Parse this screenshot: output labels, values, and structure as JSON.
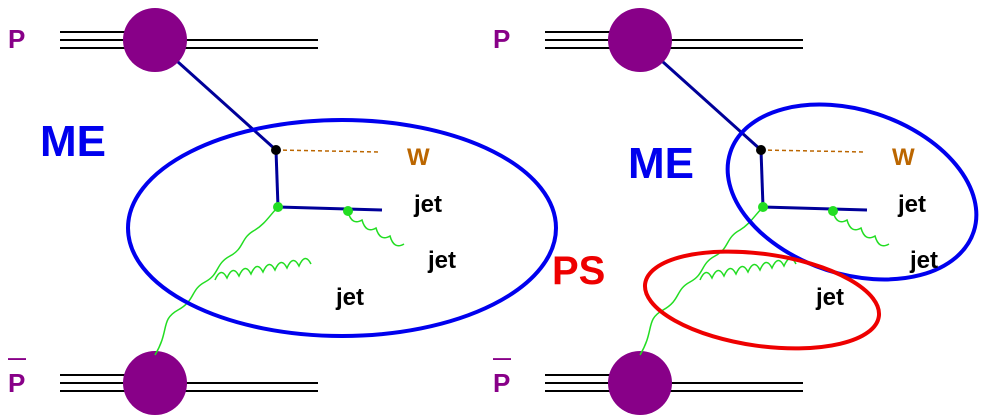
{
  "colors": {
    "proton": "#880088",
    "me": "#0000ee",
    "ps": "#ee0000",
    "quark_line": "#000099",
    "gluon": "#22dd22",
    "w_boson": "#bb6600",
    "text": "#000000"
  },
  "panels": [
    {
      "id": "left",
      "proton_top_label": "P",
      "proton_bottom_label": "P",
      "antiproton_bar": "—",
      "me_label": "ME",
      "ps_label": "",
      "w_label": "W",
      "jet_labels": [
        "jet",
        "jet",
        "jet"
      ]
    },
    {
      "id": "right",
      "proton_top_label": "P",
      "proton_bottom_label": "P",
      "antiproton_bar": "—",
      "me_label": "ME",
      "ps_label": "PS",
      "w_label": "W",
      "jet_labels": [
        "jet",
        "jet",
        "jet"
      ]
    }
  ]
}
